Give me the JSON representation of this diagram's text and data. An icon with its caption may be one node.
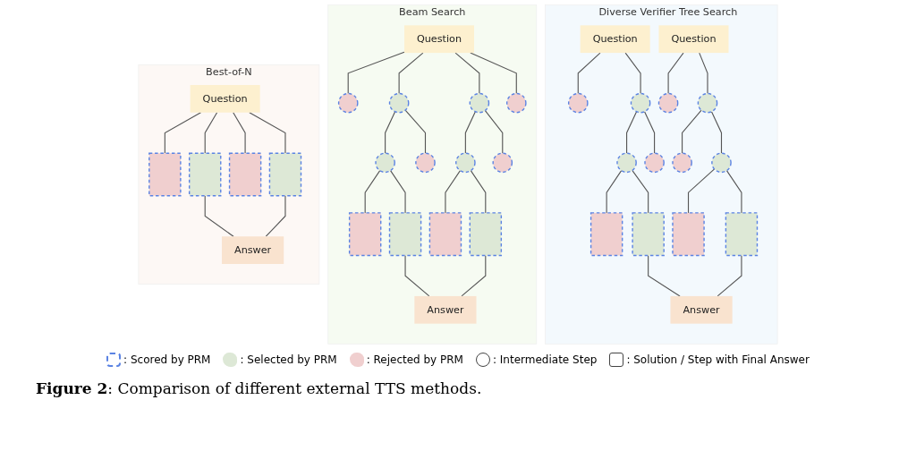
{
  "diagram": {
    "caption": "**Figure 2**: Comparison of different external TTS methods.",
    "nodes": [
      {
        "text": [
          "Best-of-N"
        ]
      },
      {
        "text": [
          "Question"
        ],
        "in": 0
      },
      {
        "text": [],
        "shape": "box",
        "in": 0
      },
      {
        "text": [],
        "shape": "box",
        "in": 0
      },
      {
        "text": [],
        "shape": "box",
        "in": 0
      },
      {
        "text": [],
        "shape": "box",
        "in": 0
      },
      {
        "text": [
          "Answer"
        ],
        "in": 0
      },
      {
        "text": [
          "Beam Search"
        ]
      },
      {
        "text": [
          "Question"
        ],
        "in": 7
      },
      {
        "text": [],
        "shape": "circle",
        "in": 7
      },
      {
        "text": [],
        "shape": "circle",
        "in": 7
      },
      {
        "text": [],
        "shape": "circle",
        "in": 7
      },
      {
        "text": [],
        "shape": "circle",
        "in": 7
      },
      {
        "text": [],
        "shape": "circle",
        "in": 7
      },
      {
        "text": [],
        "shape": "circle",
        "in": 7
      },
      {
        "text": [],
        "shape": "circle",
        "in": 7
      },
      {
        "text": [],
        "shape": "circle",
        "in": 7
      },
      {
        "text": [],
        "shape": "box",
        "in": 7
      },
      {
        "text": [],
        "shape": "box",
        "in": 7
      },
      {
        "text": [],
        "shape": "box",
        "in": 7
      },
      {
        "text": [],
        "shape": "box",
        "in": 7
      },
      {
        "text": [
          "Answer"
        ],
        "in": 7
      },
      {
        "text": [
          "Diverse Verifier Tree Search"
        ]
      },
      {
        "text": [
          "Question"
        ],
        "in": 22
      },
      {
        "text": [
          "Question"
        ],
        "in": 22
      },
      {
        "text": [],
        "shape": "circle",
        "in": 22
      },
      {
        "text": [],
        "shape": "circle",
        "in": 22
      },
      {
        "text": [],
        "shape": "circle",
        "in": 22
      },
      {
        "text": [],
        "shape": "circle",
        "in": 22
      },
      {
        "text": [],
        "shape": "circle",
        "in": 22
      },
      {
        "text": [],
        "shape": "circle",
        "in": 22
      },
      {
        "text": [],
        "shape": "circle",
        "in": 22
      },
      {
        "text": [],
        "shape": "circle",
        "in": 22
      },
      {
        "text": [],
        "shape": "box",
        "in": 22
      },
      {
        "text": [],
        "shape": "box",
        "in": 22
      },
      {
        "text": [],
        "shape": "box",
        "in": 22
      },
      {
        "text": [],
        "shape": "box",
        "in": 22
      },
      {
        "text": [
          "Answer"
        ],
        "in": 22
      }
    ],
    "edges": [
      {
        "from": 1,
        "to": 2,
        "arrow": "none"
      },
      {
        "from": 1,
        "to": 3,
        "arrow": "none"
      },
      {
        "from": 1,
        "to": 4,
        "arrow": "none"
      },
      {
        "from": 1,
        "to": 5,
        "arrow": "none"
      },
      {
        "from": 3,
        "to": 6,
        "arrow": "none"
      },
      {
        "from": 5,
        "to": 6,
        "arrow": "none"
      },
      {
        "from": 8,
        "to": 9,
        "arrow": "none"
      },
      {
        "from": 8,
        "to": 10,
        "arrow": "none"
      },
      {
        "from": 8,
        "to": 11,
        "arrow": "none"
      },
      {
        "from": 8,
        "to": 12,
        "arrow": "none"
      },
      {
        "from": 10,
        "to": 13,
        "arrow": "none"
      },
      {
        "from": 10,
        "to": 14,
        "arrow": "none"
      },
      {
        "from": 11,
        "to": 15,
        "arrow": "none"
      },
      {
        "from": 11,
        "to": 16,
        "arrow": "none"
      },
      {
        "from": 13,
        "to": 17,
        "arrow": "none"
      },
      {
        "from": 13,
        "to": 18,
        "arrow": "none"
      },
      {
        "from": 15,
        "to": 19,
        "arrow": "none"
      },
      {
        "from": 15,
        "to": 20,
        "arrow": "none"
      },
      {
        "from": 18,
        "to": 21,
        "arrow": "none"
      },
      {
        "from": 20,
        "to": 21,
        "arrow": "none"
      },
      {
        "from": 23,
        "to": 25,
        "arrow": "none"
      },
      {
        "from": 23,
        "to": 26,
        "arrow": "none"
      },
      {
        "from": 24,
        "to": 27,
        "arrow": "none"
      },
      {
        "from": 24,
        "to": 28,
        "arrow": "none"
      },
      {
        "from": 26,
        "to": 29,
        "arrow": "none"
      },
      {
        "from": 26,
        "to": 30,
        "arrow": "none"
      },
      {
        "from": 28,
        "to": 31,
        "arrow": "none"
      },
      {
        "from": 28,
        "to": 32,
        "arrow": "none"
      },
      {
        "from": 29,
        "to": 33,
        "arrow": "none"
      },
      {
        "from": 29,
        "to": 34,
        "arrow": "none"
      },
      {
        "from": 32,
        "to": 35,
        "arrow": "none"
      },
      {
        "from": 32,
        "to": 36,
        "arrow": "none"
      },
      {
        "from": 34,
        "to": 37,
        "arrow": "none"
      },
      {
        "from": 36,
        "to": 37,
        "arrow": "none"
      }
    ],
    "legend": [
      {
        "text": ": Scored by PRM"
      },
      {
        "text": ": Selected by PRM",
        "color": "#dde8d6"
      },
      {
        "text": ": Rejected by PRM",
        "color": "#f0cfcf"
      },
      {
        "text": ": Intermediate Step"
      },
      {
        "text": ": Solution / Step with Final Answer"
      }
    ]
  }
}
